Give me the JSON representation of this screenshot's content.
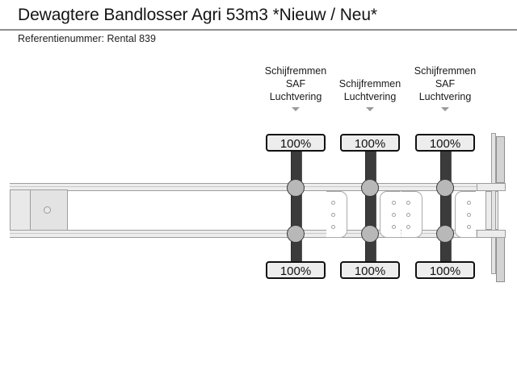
{
  "header": {
    "title": "Dewagtere Bandlosser Agri 53m3 *Nieuw / Neu*",
    "reference_label": "Referentienummer:",
    "reference_value": "Rental 839",
    "reference_line": "Referentienummer: Rental 839",
    "divider_color": "#8e8e8e"
  },
  "diagram": {
    "type": "trailer-axle-schematic",
    "colors": {
      "axle_bar": "#3b3b3b",
      "wheel_hub": "#b8b8b8",
      "badge_background": "#ededed",
      "badge_border": "#111111",
      "chassis_rail": "#ededed",
      "chassis_outline": "#9d9d9d"
    },
    "axles": [
      {
        "id": "axle-1",
        "label_lines": [
          "Schijfremmen",
          "SAF",
          "Luchtvering"
        ],
        "top_value": "100%",
        "bottom_value": "100%",
        "has_chevron": true
      },
      {
        "id": "axle-2",
        "label_lines": [
          "Schijfremmen",
          "Luchtvering"
        ],
        "top_value": "100%",
        "bottom_value": "100%",
        "has_chevron": true
      },
      {
        "id": "axle-3",
        "label_lines": [
          "Schijfremmen",
          "SAF",
          "Luchtvering"
        ],
        "top_value": "100%",
        "bottom_value": "100%",
        "has_chevron": true
      }
    ]
  }
}
